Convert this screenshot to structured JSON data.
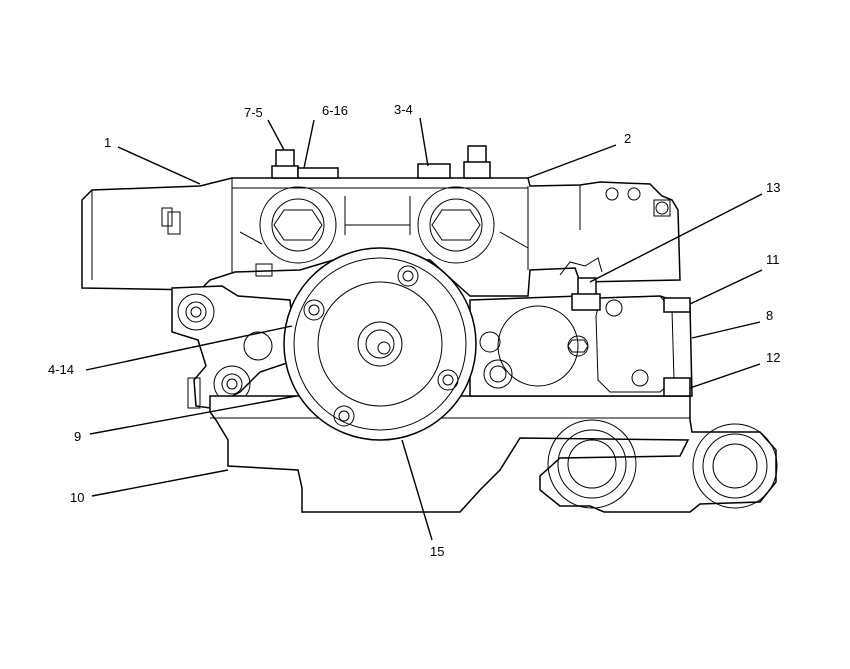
{
  "callouts": [
    {
      "id": "c1",
      "text": "1"
    },
    {
      "id": "c2",
      "text": "2"
    },
    {
      "id": "c3",
      "text": "7-5"
    },
    {
      "id": "c4",
      "text": "6-16"
    },
    {
      "id": "c5",
      "text": "3-4"
    },
    {
      "id": "c6",
      "text": "13"
    },
    {
      "id": "c7",
      "text": "11"
    },
    {
      "id": "c8",
      "text": "8"
    },
    {
      "id": "c9",
      "text": "12"
    },
    {
      "id": "c10",
      "text": "4-14"
    },
    {
      "id": "c11",
      "text": "9"
    },
    {
      "id": "c12",
      "text": "10"
    },
    {
      "id": "c13",
      "text": "15"
    }
  ]
}
